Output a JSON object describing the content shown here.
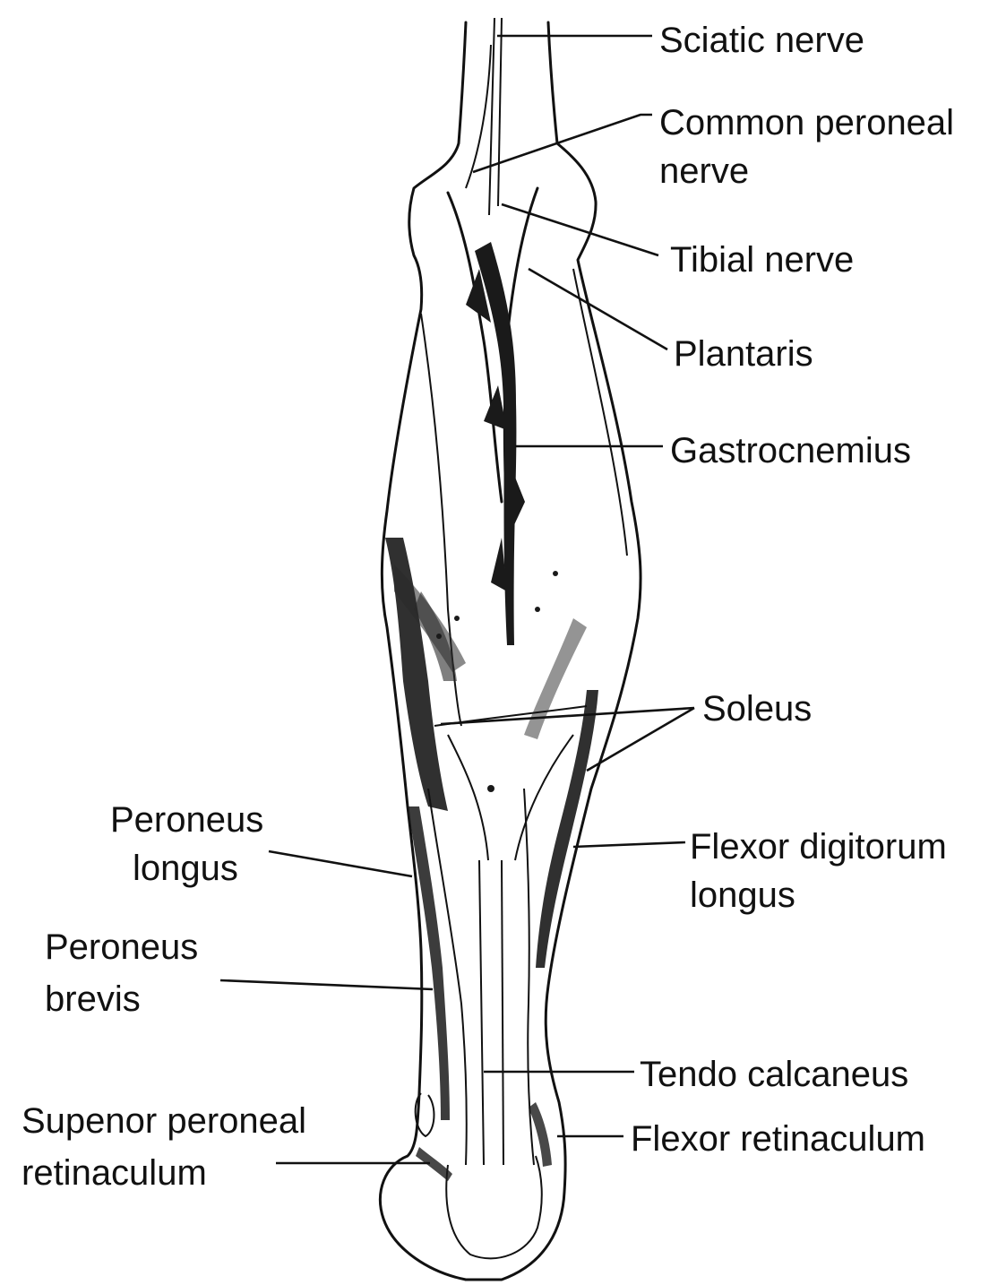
{
  "labels": {
    "sciatic_nerve": "Sciatic nerve",
    "common_peroneal_nerve_1": "Common peroneal",
    "common_peroneal_nerve_2": "nerve",
    "tibial_nerve": "Tibial nerve",
    "plantaris": "Plantaris",
    "gastrocnemius": "Gastrocnemius",
    "soleus": "Soleus",
    "peroneus_longus_1": "Peroneus",
    "peroneus_longus_2": "longus",
    "flexor_digitorum_longus_1": "Flexor digitorum",
    "flexor_digitorum_longus_2": "longus",
    "peroneus_brevis_1": "Peroneus",
    "peroneus_brevis_2": "brevis",
    "tendo_calcaneus": "Tendo calcaneus",
    "superior_peroneal_retinaculum_1": "Supenor peroneal",
    "superior_peroneal_retinaculum_2": "retinaculum",
    "flexor_retinaculum": "Flexor retinaculum"
  },
  "colors": {
    "ink": "#111111",
    "background": "#ffffff"
  }
}
